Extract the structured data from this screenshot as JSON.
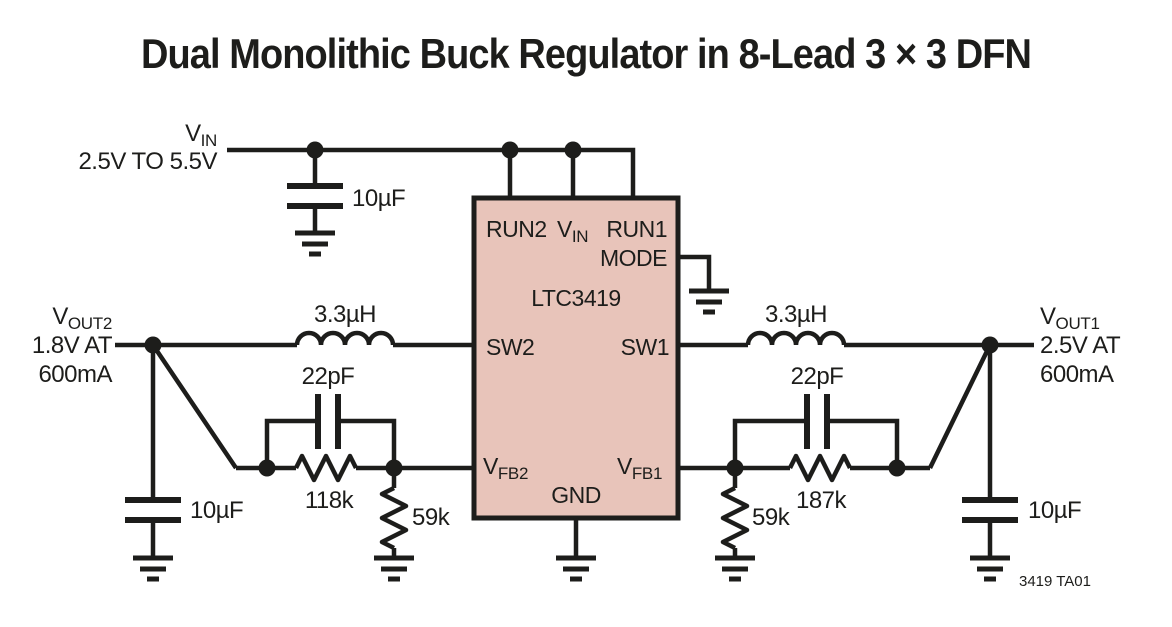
{
  "title": "Dual Monolithic Buck Regulator in 8-Lead 3 × 3 DFN",
  "figure_note": "3419 TA01",
  "colors": {
    "line": "#1d1d1b",
    "chip_fill": "#e8c4ba",
    "background": "#ffffff"
  },
  "chip": {
    "name": "LTC3419",
    "pin_run2": "RUN2",
    "pin_vin_base": "V",
    "pin_vin_sub": "IN",
    "pin_run1": "RUN1",
    "pin_mode": "MODE",
    "pin_sw2": "SW2",
    "pin_sw1": "SW1",
    "pin_vfb2_base": "V",
    "pin_vfb2_sub": "FB2",
    "pin_vfb1_base": "V",
    "pin_vfb1_sub": "FB1",
    "pin_gnd": "GND"
  },
  "input_supply": {
    "label_base": "V",
    "label_sub": "IN",
    "range": "2.5V TO 5.5V",
    "bypass_cap": "10µF"
  },
  "output2": {
    "label_base": "V",
    "label_sub": "OUT2",
    "spec_line1": "1.8V AT",
    "spec_line2": "600mA",
    "inductor": "3.3µH",
    "feedforward_cap": "22pF",
    "feedback_resistor_top": "118k",
    "feedback_resistor_bottom": "59k",
    "output_cap": "10µF"
  },
  "output1": {
    "label_base": "V",
    "label_sub": "OUT1",
    "spec_line1": "2.5V AT",
    "spec_line2": "600mA",
    "inductor": "3.3µH",
    "feedforward_cap": "22pF",
    "feedback_resistor_top": "187k",
    "feedback_resistor_bottom": "59k",
    "output_cap": "10µF"
  }
}
